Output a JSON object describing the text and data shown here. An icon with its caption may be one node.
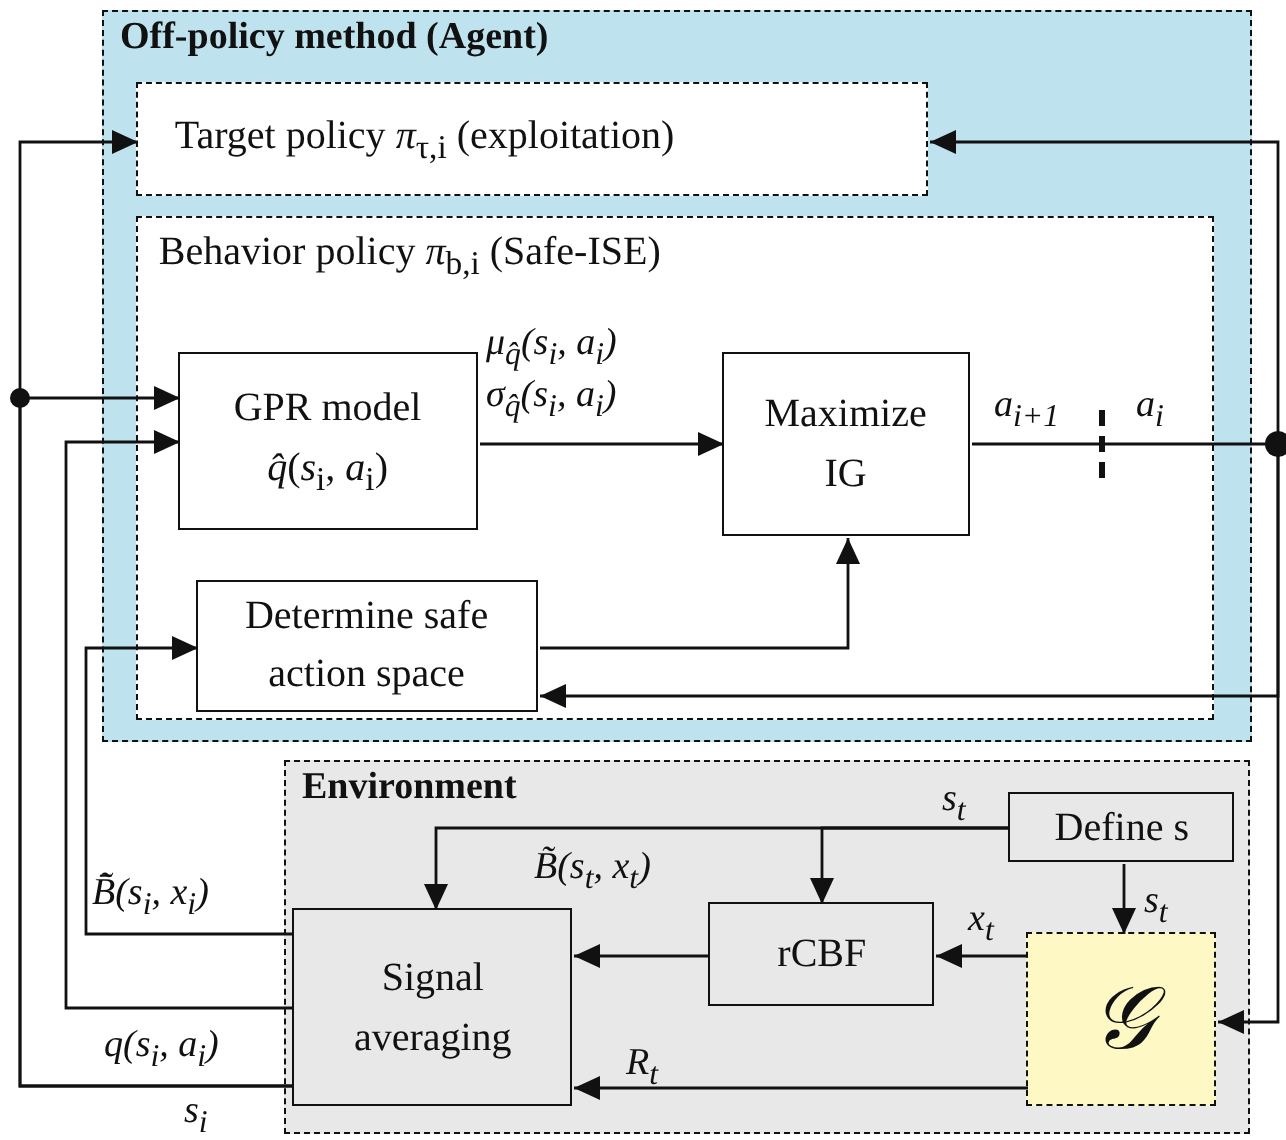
{
  "diagram": {
    "nodes": [
      {
        "text": [
          "Off-policy method (Agent)"
        ]
      },
      {
        "text": [
          "Target policy *π*$_{τ,i}$ (exploitation)"
        ],
        "in": 0
      },
      {
        "text": [
          "Behavior policy *π*$_{b,i}$ (Safe-ISE)"
        ],
        "in": 0
      },
      {
        "text": [
          "GPR model",
          "*q̂*(*s*$_{i}$, *a*$_{i}$)"
        ],
        "in": 2
      },
      {
        "text": [
          "Maximize IG"
        ],
        "in": 2
      },
      {
        "text": [
          "Determine safe action space"
        ],
        "in": 2
      },
      {
        "text": [
          "Environment"
        ]
      },
      {
        "text": [
          "Define s"
        ],
        "in": 6
      },
      {
        "text": [
          "rCBF"
        ],
        "in": 6
      },
      {
        "text": [
          "Signal averaging"
        ],
        "in": 6
      },
      {
        "text": [
          "𝒢"
        ],
        "in": 6
      }
    ],
    "edges": [
      {
        "from": 3,
        "to": 4,
        "arrow": "to",
        "label": "μ$_{q̂}$(s$_{i}$, a$_{i}$) σ$_{q̂}$(s$_{i}$, a$_{i}$)"
      },
      {
        "from": 5,
        "to": 4,
        "arrow": "to"
      },
      {
        "from": 4,
        "to": 1,
        "arrow": "to"
      },
      {
        "from": 4,
        "to": 5,
        "arrow": "to"
      },
      {
        "from": 4,
        "to": 10,
        "arrow": "to"
      },
      {
        "from": 9,
        "to": 5,
        "arrow": "to",
        "label": "B̃̄(s$_{i}$, x$_{i}$)"
      },
      {
        "from": 9,
        "to": 3,
        "arrow": "to",
        "label": "q(s$_{i}$, a$_{i}$)"
      },
      {
        "from": 9,
        "to": 3,
        "arrow": "to",
        "label": "s$_{i}$"
      },
      {
        "from": 9,
        "to": 1,
        "arrow": "to"
      },
      {
        "from": 7,
        "to": 9,
        "arrow": "to",
        "label": "s$_{t}$"
      },
      {
        "from": 7,
        "to": 8,
        "arrow": "to"
      },
      {
        "from": 7,
        "to": 10,
        "arrow": "to",
        "label": "s$_{t}$"
      },
      {
        "from": 10,
        "to": 8,
        "arrow": "to",
        "label": "x$_{t}$"
      },
      {
        "from": 8,
        "to": 9,
        "arrow": "to"
      },
      {
        "from": 10,
        "to": 9,
        "arrow": "to",
        "label": "R$_{t}$"
      }
    ],
    "labels": [
      "a$_{i+1}$",
      "a$_{i}$",
      "B̃(s$_{t}$, x$_{t}$)"
    ]
  }
}
